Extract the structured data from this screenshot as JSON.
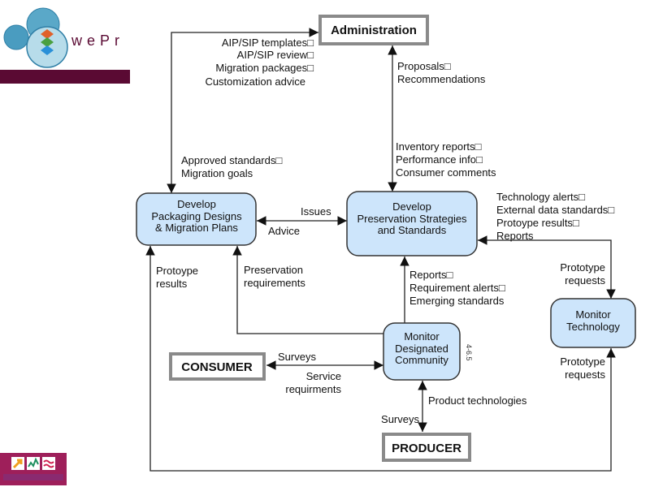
{
  "logo_top": {
    "text": "wePr",
    "bar_color": "#5a0a33"
  },
  "logo_bottom": {
    "text": "Information Society",
    "color": "#9e1f5a"
  },
  "entities": {
    "administration": "Administration",
    "consumer": "CONSUMER",
    "producer": "PRODUCER"
  },
  "processes": {
    "packaging": [
      "Develop",
      "Packaging Designs",
      "& Migration Plans"
    ],
    "preservation": [
      "Develop",
      "Preservation Strategies",
      "and Standards"
    ],
    "monitor_tech": [
      "Monitor",
      "Technology"
    ],
    "monitor_community": [
      "Monitor",
      "Designated",
      "Community"
    ]
  },
  "figure_ref": "4-6.5",
  "flows": {
    "to_admin": [
      "AIP/SIP templates□",
      "AIP/SIP review□",
      "Migration  packages□",
      "Customization advice"
    ],
    "from_admin_packaging": [
      "Approved standards□",
      "Migration goals"
    ],
    "to_admin_pres": [
      "Proposals□",
      "Recommendations"
    ],
    "from_admin_pres": [
      "Inventory reports□",
      "Performance info□",
      "Consumer comments"
    ],
    "issues": "Issues",
    "advice": "Advice",
    "tech_to_pres": [
      "Technology alerts□",
      "External data standards□",
      "Protoype results□",
      "Reports"
    ],
    "prototype_requests_1": [
      "Prototype",
      "requests"
    ],
    "prototype_requests_2": [
      "Prototype",
      "requests"
    ],
    "prototype_results": [
      "Protoype",
      "results"
    ],
    "preservation_requirements": [
      "Preservation",
      "requirements"
    ],
    "community_to_pres": [
      "Reports□",
      "Requirement alerts□",
      "Emerging standards"
    ],
    "consumer_surveys": "Surveys",
    "service_requirements": [
      "Service",
      "requirments"
    ],
    "product_technologies": "Product  technologies",
    "producer_surveys": "Surveys"
  }
}
